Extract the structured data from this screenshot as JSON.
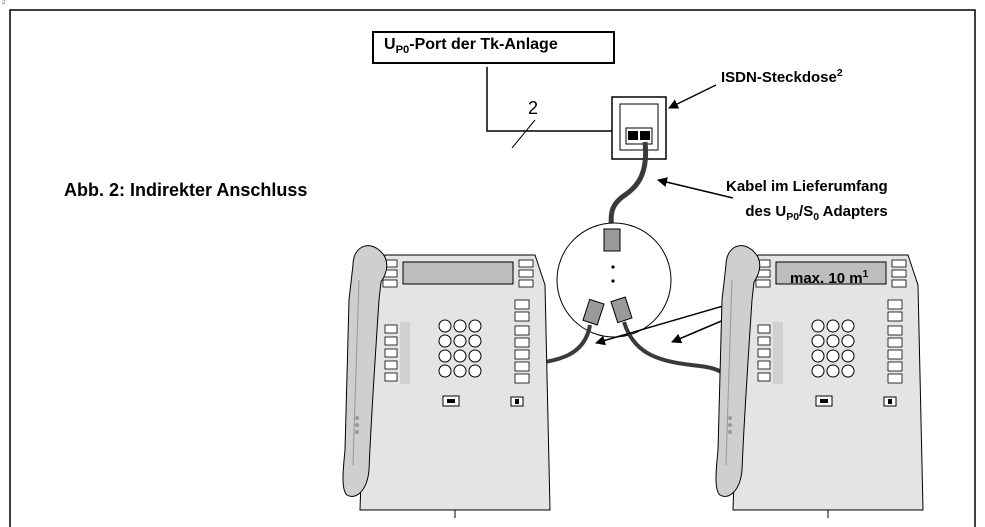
{
  "page_mark": "2",
  "port_box": {
    "prefix": "U",
    "sub": "P0",
    "rest": "-Port der Tk-Anlage"
  },
  "socket_label": {
    "text": "ISDN-Steckdose",
    "sup": "2"
  },
  "cable_number": "2",
  "figure_caption": "Abb. 2: Indirekter Anschluss",
  "cable_label": {
    "line1": "Kabel im Lieferumfang",
    "line2_a": "des U",
    "line2_sub1": "P0",
    "line2_b": "/S",
    "line2_sub2": "0",
    "line2_c": " Adapters"
  },
  "max_label": {
    "text": "max. 10 m",
    "sup": "1"
  },
  "colors": {
    "line": "#000000",
    "cable": "#3a3a3a",
    "phone_body": "#e4e4e4",
    "phone_shade": "#c8c8c8",
    "plug": "#9a9a9a"
  },
  "icons": [
    "isdn-socket-icon",
    "adapter-icon",
    "telephone-icon"
  ]
}
